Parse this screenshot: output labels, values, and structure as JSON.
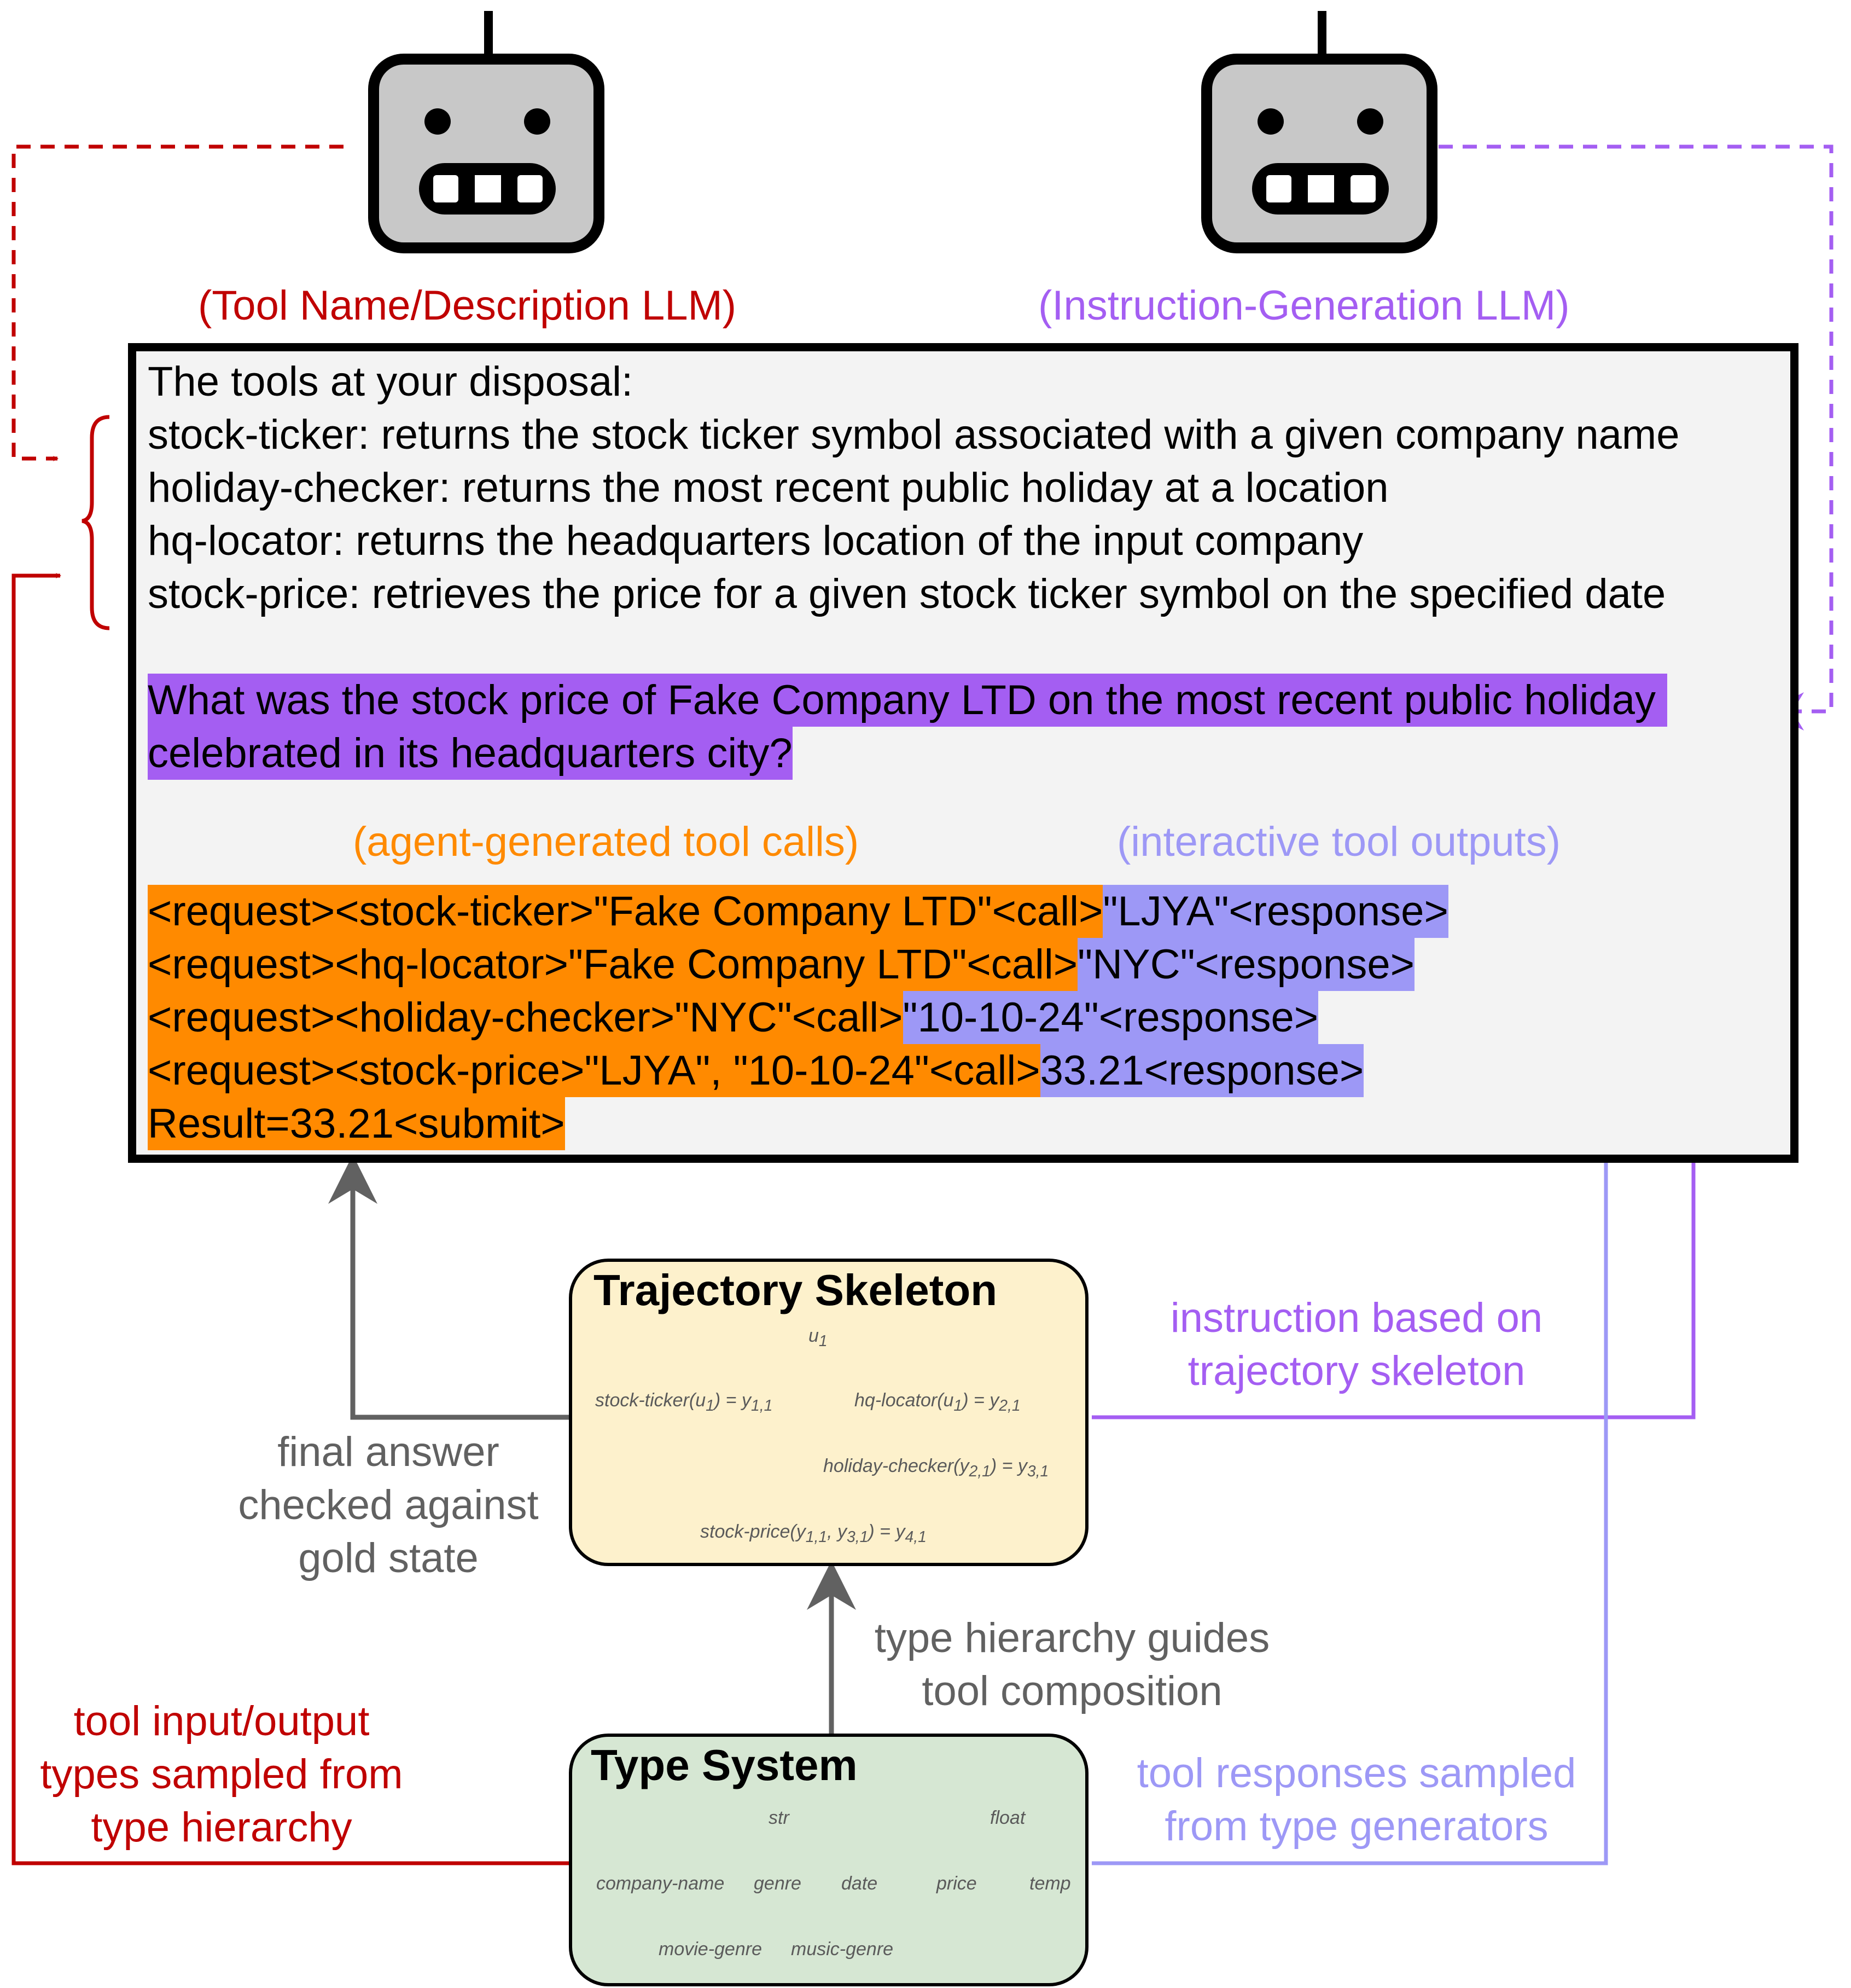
{
  "robots": {
    "left_label": "(Tool Name/Description LLM)",
    "right_label": "(Instruction-Generation LLM)"
  },
  "panel": {
    "tools_header": "The tools at your disposal:",
    "tools": [
      "stock-ticker: returns the stock ticker symbol associated with a given company name",
      "holiday-checker: returns the most recent public holiday at a location",
      "hq-locator: returns the headquarters location of the input company",
      "stock-price: retrieves the price for a given stock ticker symbol on the specified date"
    ],
    "question_lines": [
      "What was the stock price of Fake Company LTD on the most recent public holiday ",
      "celebrated in its headquarters city?"
    ],
    "calls_label": "(agent-generated tool calls)",
    "outputs_label": "(interactive tool outputs)",
    "calls": [
      {
        "call": "<request><stock-ticker>\"Fake Company LTD\"<call>",
        "response": "\"LJYA\"<response>"
      },
      {
        "call": "<request><hq-locator>\"Fake Company LTD\"<call>",
        "response": "\"NYC\"<response>"
      },
      {
        "call": "<request><holiday-checker>\"NYC\"<call>",
        "response": "\"10-10-24\"<response>"
      },
      {
        "call": "<request><stock-price>\"LJYA\", \"10-10-24\"<call>",
        "response": "33.21<response>"
      }
    ],
    "result": "Result=33.21<submit>"
  },
  "skeleton": {
    "title": "Trajectory Skeleton",
    "u1": "u1",
    "n1": "stock-ticker(u1) = y1,1",
    "n2": "hq-locator(u1) = y2,1",
    "n3": "holiday-checker(y2,1) = y3,1",
    "n4": "stock-price(y1,1, y3,1) = y4,1"
  },
  "types": {
    "title": "Type System",
    "str": "str",
    "float": "float",
    "company_name": "company-name",
    "genre": "genre",
    "date": "date",
    "price": "price",
    "temp": "temp",
    "movie_genre": "movie-genre",
    "music_genre": "music-genre"
  },
  "annotations": {
    "final_answer": [
      "final answer",
      "checked against",
      "gold state"
    ],
    "instruction": [
      "instruction based on",
      "trajectory skeleton"
    ],
    "type_hierarchy": [
      "type hierarchy guides",
      "tool composition"
    ],
    "tool_io": [
      "tool input/output",
      "types sampled from",
      "type hierarchy"
    ],
    "tool_responses": [
      "tool responses sampled",
      "from type generators"
    ]
  },
  "colors": {
    "red": "#c00000",
    "purple": "#a45ef2",
    "blue": "#9d98f6",
    "orange": "#ff8a00",
    "gray": "#616161",
    "skeleton_fill": "#fdf1cc",
    "types_fill": "#d6e7d3"
  }
}
